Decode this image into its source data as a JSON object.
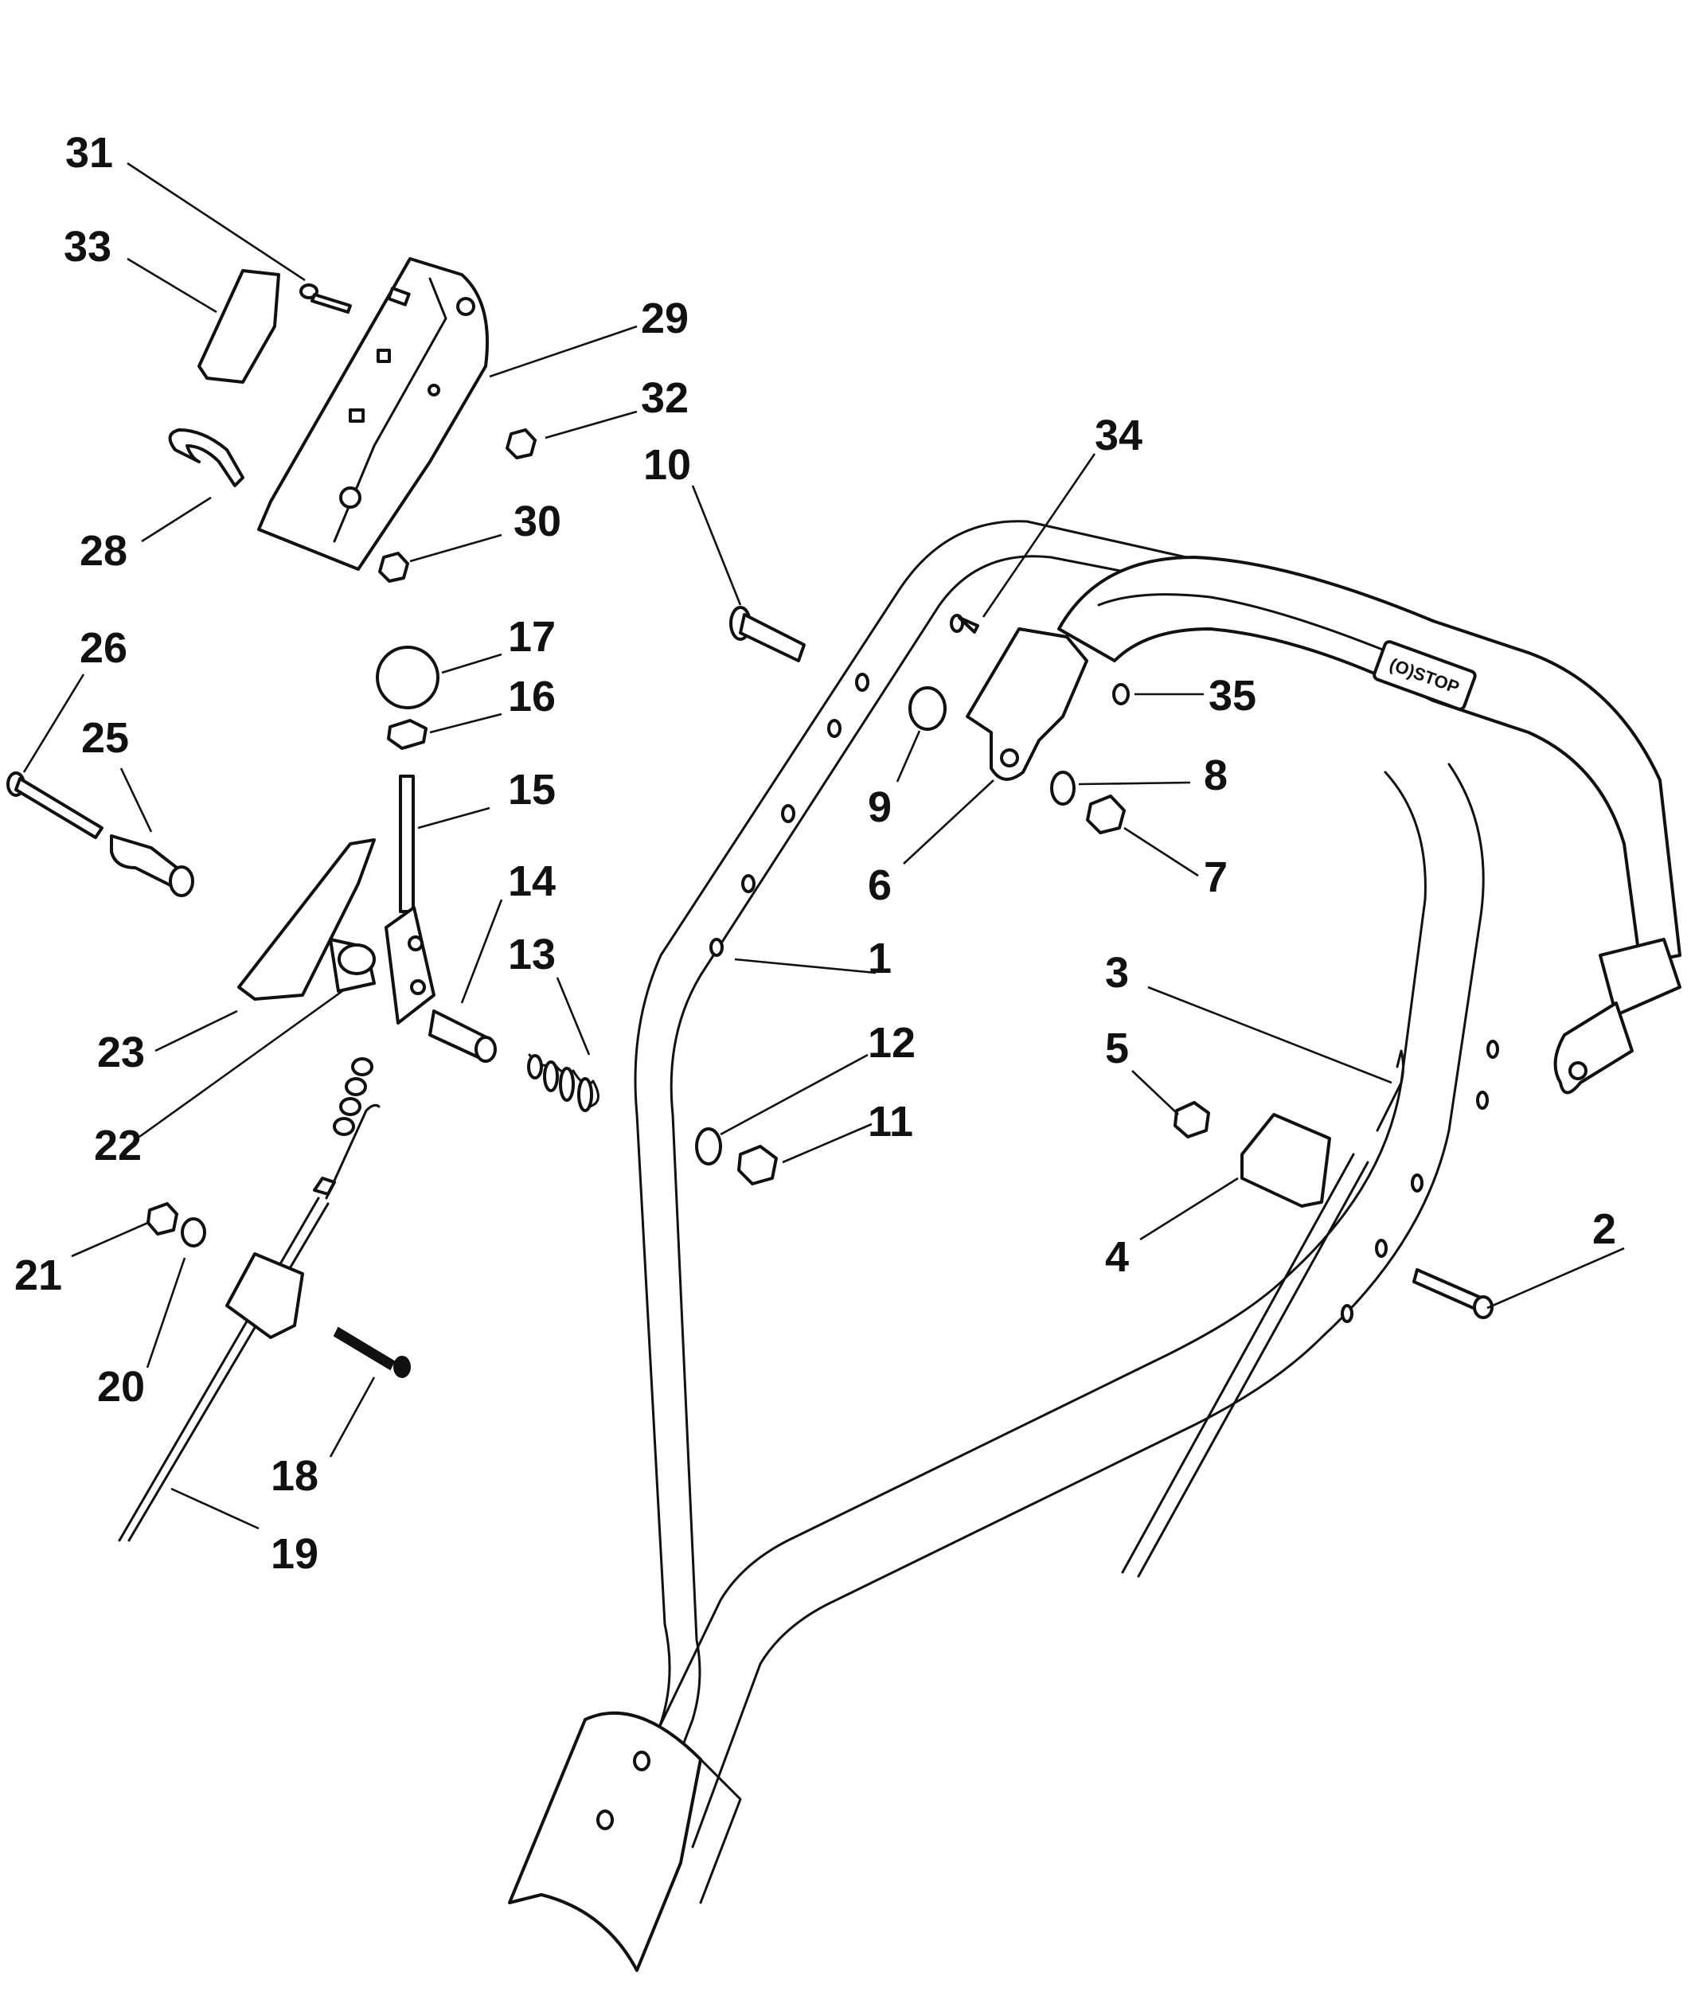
{
  "handle_decal": "(O)STOP",
  "colors": {
    "ink": "#111111",
    "paper": "#ffffff"
  },
  "callouts": [
    {
      "id": "1",
      "label": "1"
    },
    {
      "id": "2",
      "label": "2"
    },
    {
      "id": "3",
      "label": "3"
    },
    {
      "id": "4",
      "label": "4"
    },
    {
      "id": "5",
      "label": "5"
    },
    {
      "id": "6",
      "label": "6"
    },
    {
      "id": "7",
      "label": "7"
    },
    {
      "id": "8",
      "label": "8"
    },
    {
      "id": "9",
      "label": "9"
    },
    {
      "id": "10",
      "label": "10"
    },
    {
      "id": "11",
      "label": "11"
    },
    {
      "id": "12",
      "label": "12"
    },
    {
      "id": "13",
      "label": "13"
    },
    {
      "id": "14",
      "label": "14"
    },
    {
      "id": "15",
      "label": "15"
    },
    {
      "id": "16",
      "label": "16"
    },
    {
      "id": "17",
      "label": "17"
    },
    {
      "id": "18",
      "label": "18"
    },
    {
      "id": "19",
      "label": "19"
    },
    {
      "id": "20",
      "label": "20"
    },
    {
      "id": "21",
      "label": "21"
    },
    {
      "id": "22",
      "label": "22"
    },
    {
      "id": "23",
      "label": "23"
    },
    {
      "id": "25",
      "label": "25"
    },
    {
      "id": "26",
      "label": "26"
    },
    {
      "id": "28",
      "label": "28"
    },
    {
      "id": "29",
      "label": "29"
    },
    {
      "id": "30",
      "label": "30"
    },
    {
      "id": "31",
      "label": "31"
    },
    {
      "id": "32",
      "label": "32"
    },
    {
      "id": "33",
      "label": "33"
    },
    {
      "id": "34",
      "label": "34"
    },
    {
      "id": "35",
      "label": "35"
    }
  ]
}
